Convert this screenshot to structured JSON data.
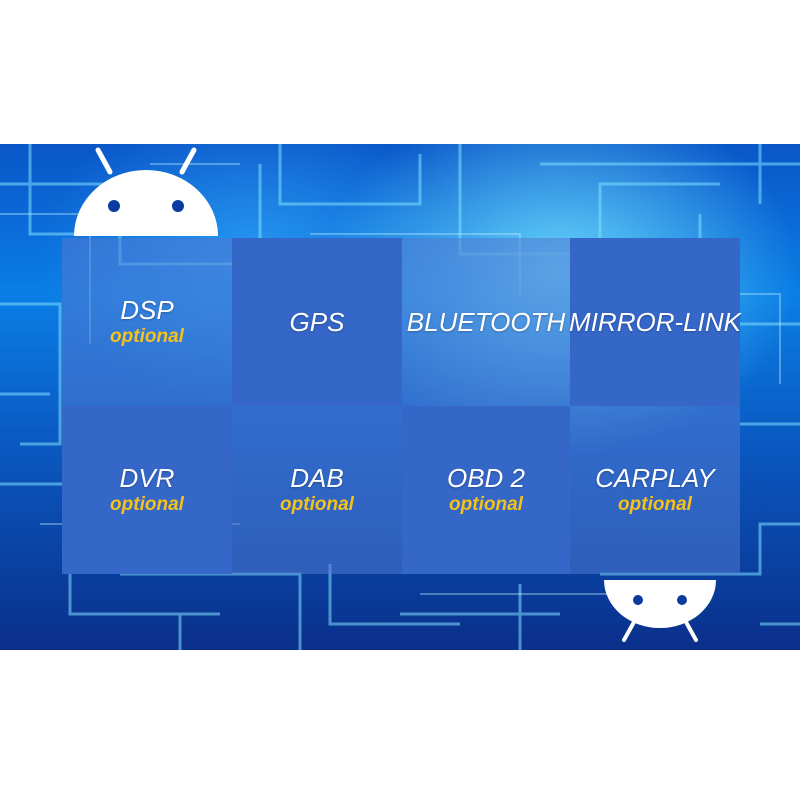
{
  "features": [
    {
      "label": "DSP",
      "note": "optional"
    },
    {
      "label": "GPS",
      "note": ""
    },
    {
      "label": "BLUETOOTH",
      "note": ""
    },
    {
      "label": "MIRROR-LINK",
      "note": ""
    },
    {
      "label": "DVR",
      "note": "optional"
    },
    {
      "label": "DAB",
      "note": "optional"
    },
    {
      "label": "OBD 2",
      "note": "optional"
    },
    {
      "label": "CARPLAY",
      "note": "optional"
    }
  ],
  "icons": {
    "top": "android-robot-icon",
    "bottom": "android-robot-icon-flipped"
  },
  "colors": {
    "tile_solid": "#3567c9",
    "tile_translucent": "rgba(80,120,210,0.55)",
    "optional_text": "#f5c21b",
    "banner_base": "#0a6bd8"
  }
}
